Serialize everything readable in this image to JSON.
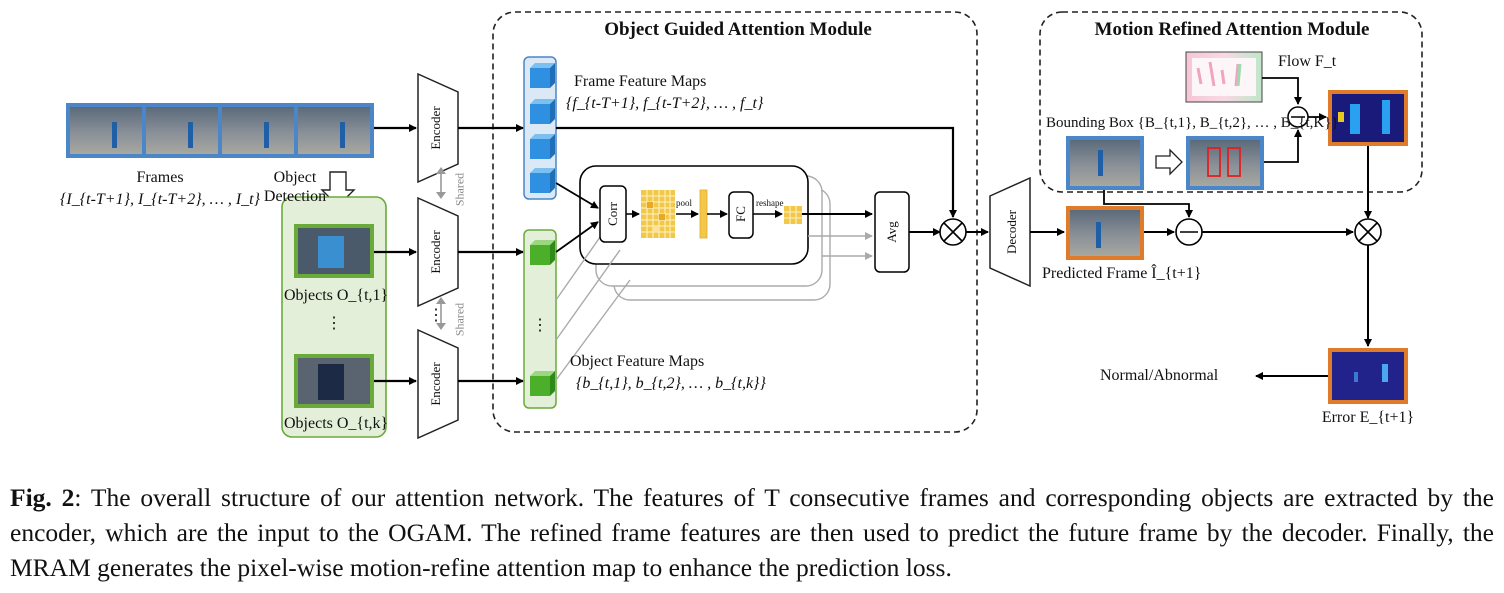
{
  "modules": {
    "ogam_title": "Object Guided Attention Module",
    "mram_title": "Motion Refined Attention Module"
  },
  "labels": {
    "frames": "Frames",
    "frames_set": "{I_{t-T+1}, I_{t-T+2}, … , I_t}",
    "object_detection_line1": "Object",
    "object_detection_line2": "Detection",
    "encoder": "Encoder",
    "decoder": "Decoder",
    "shared": "Shared",
    "frame_feature_maps": "Frame Feature Maps",
    "frame_feature_set": "{f_{t-T+1}, f_{t-T+2}, … , f_t}",
    "object_feature_maps": "Object Feature Maps",
    "object_feature_set": "{b_{t,1}, b_{t,2}, … , b_{t,k}}",
    "objects_1": "Objects O_{t,1}",
    "objects_k": "Objects O_{t,k}",
    "corr": "Corr",
    "pool": "pool",
    "fc": "FC",
    "reshape": "reshape",
    "avg": "Avg",
    "bounding_box": "Bounding Box {B_{t,1}, B_{t,2}, … , B_{t,K}}",
    "flow": "Flow F_t",
    "predicted_frame": "Predicted Frame Î_{t+1}",
    "error": "Error E_{t+1}",
    "normal_abnormal": "Normal/Abnormal",
    "vdots": "⋮"
  },
  "colors": {
    "blue_frame": "#4a86c8",
    "green_frame": "#6aaa3a",
    "green_fill": "#e4efd9",
    "orange_frame": "#e07b2a",
    "cube_blue": "#2f8fe0",
    "cube_green": "#4caf2a",
    "heat_yellow": "#f2c84b"
  },
  "caption": {
    "label": "Fig. 2",
    "text": ": The overall structure of our attention network. The features of T consecutive frames and corresponding objects are extracted by the encoder, which are the input to the OGAM. The refined frame features are then used to predict the future frame by the decoder. Finally, the MRAM generates the pixel-wise motion-refine attention map to enhance the prediction loss."
  }
}
